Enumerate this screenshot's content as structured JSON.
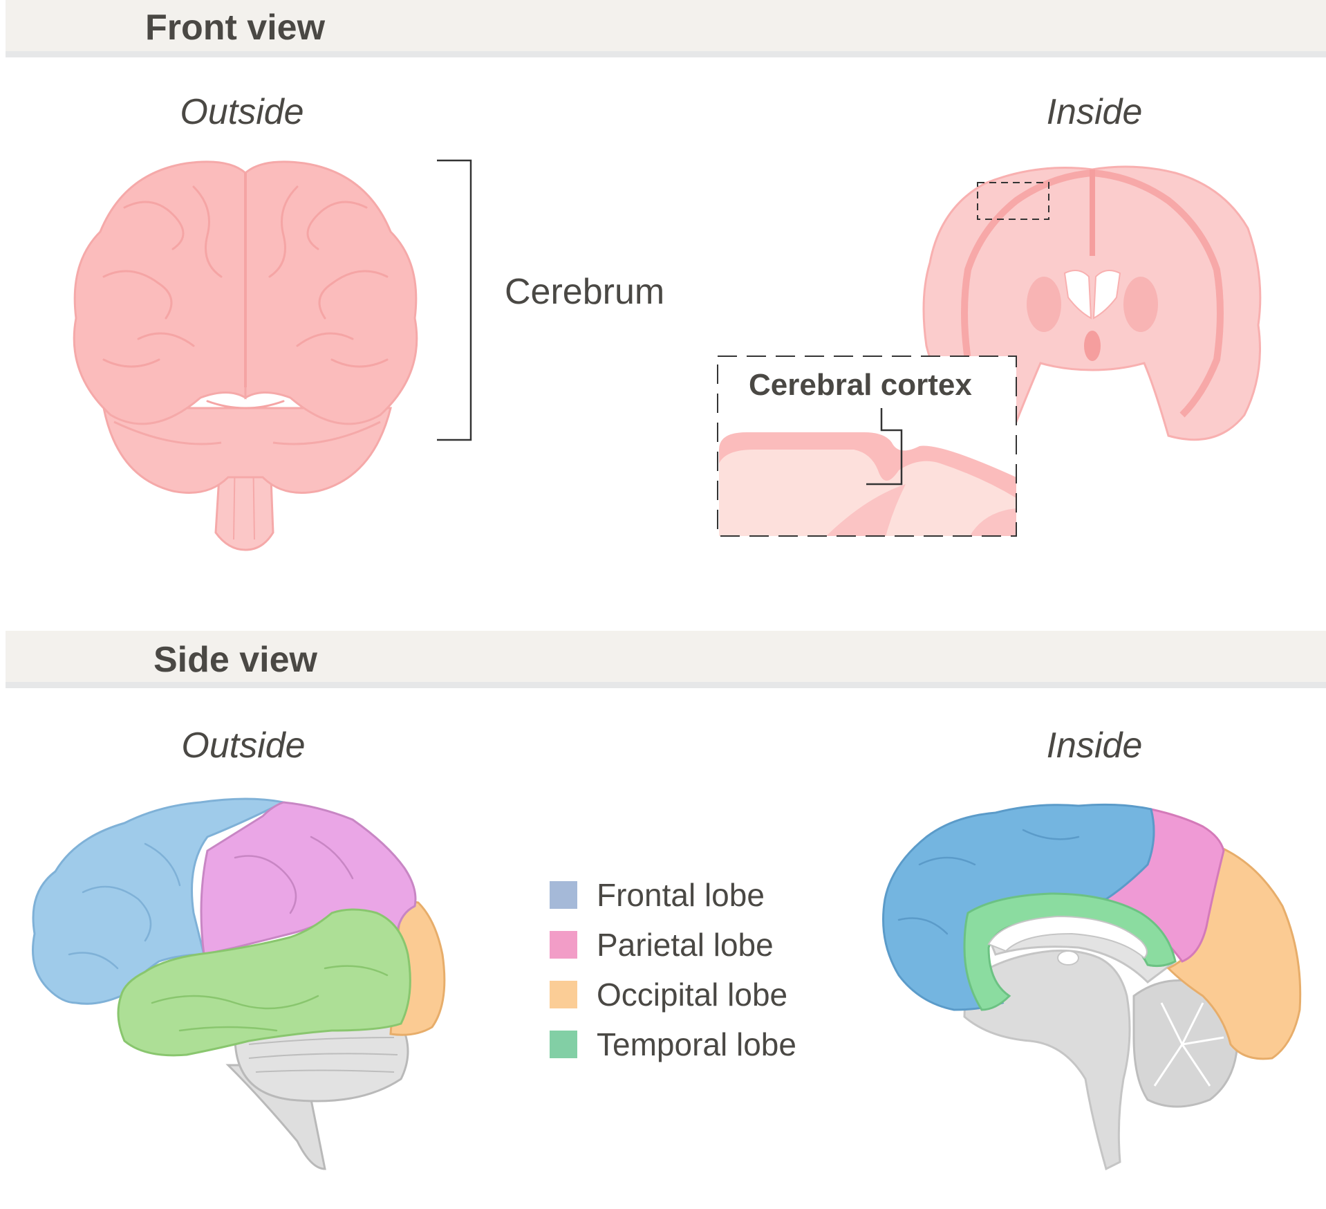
{
  "front_view": {
    "title": "Front view",
    "outside_label": "Outside",
    "inside_label": "Inside",
    "cerebrum_label": "Cerebrum",
    "cortex_label": "Cerebral cortex"
  },
  "side_view": {
    "title": "Side view",
    "outside_label": "Outside",
    "inside_label": "Inside"
  },
  "legend": [
    {
      "label": "Frontal lobe",
      "color": "#a5b9d8"
    },
    {
      "label": "Parietal lobe",
      "color": "#f29dc7"
    },
    {
      "label": "Occipital lobe",
      "color": "#fbcd96"
    },
    {
      "label": "Temporal lobe",
      "color": "#82cfa5"
    }
  ],
  "colors": {
    "brain_pink": "#fbbcbc",
    "frontal": "#9fcbea",
    "parietal": "#eaa6e6",
    "occipital": "#fbcb93",
    "temporal": "#addf96",
    "gray": "#d9d9d9"
  }
}
